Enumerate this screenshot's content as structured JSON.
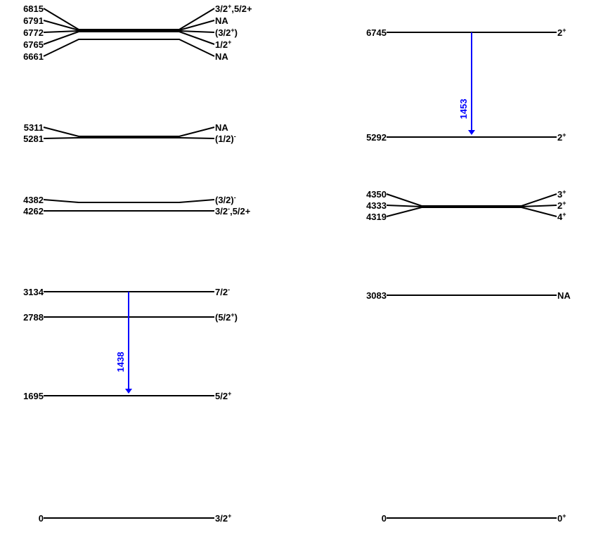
{
  "schemes": [
    {
      "id": "left",
      "levels": [
        {
          "energy": "6815",
          "spin": "3/2",
          "sup": "+",
          "tail": ",5/2+"
        },
        {
          "energy": "6791",
          "spin": "NA",
          "sup": "",
          "tail": ""
        },
        {
          "energy": "6772",
          "spin": "(3/2",
          "sup": "+",
          "tail": ")"
        },
        {
          "energy": "6765",
          "spin": "1/2",
          "sup": "+",
          "tail": ""
        },
        {
          "energy": "6661",
          "spin": "NA",
          "sup": "",
          "tail": ""
        },
        {
          "energy": "5311",
          "spin": "NA",
          "sup": "",
          "tail": ""
        },
        {
          "energy": "5281",
          "spin": "(1/2)",
          "sup": "-",
          "tail": ""
        },
        {
          "energy": "4382",
          "spin": "(3/2)",
          "sup": "-",
          "tail": ""
        },
        {
          "energy": "4262",
          "spin": "3/2",
          "sup": "-",
          "tail": ",5/2+"
        },
        {
          "energy": "3134",
          "spin": "7/2",
          "sup": "-",
          "tail": ""
        },
        {
          "energy": "2788",
          "spin": "(5/2",
          "sup": "+",
          "tail": ")"
        },
        {
          "energy": "1695",
          "spin": "5/2",
          "sup": "+",
          "tail": ""
        },
        {
          "energy": "0",
          "spin": "3/2",
          "sup": "+",
          "tail": ""
        }
      ],
      "gammas": [
        {
          "energy": "1438",
          "from": "3134",
          "to": "1695"
        }
      ]
    },
    {
      "id": "right",
      "levels": [
        {
          "energy": "6745",
          "spin": "2",
          "sup": "+",
          "tail": ""
        },
        {
          "energy": "5292",
          "spin": "2",
          "sup": "+",
          "tail": ""
        },
        {
          "energy": "4350",
          "spin": "3",
          "sup": "+",
          "tail": ""
        },
        {
          "energy": "4333",
          "spin": "2",
          "sup": "+",
          "tail": ""
        },
        {
          "energy": "4319",
          "spin": "4",
          "sup": "+",
          "tail": ""
        },
        {
          "energy": "3083",
          "spin": "NA",
          "sup": "",
          "tail": ""
        },
        {
          "energy": "0",
          "spin": "0",
          "sup": "+",
          "tail": ""
        }
      ],
      "gammas": [
        {
          "energy": "1453",
          "from": "6745",
          "to": "5292"
        }
      ]
    }
  ],
  "colors": {
    "level": "#000000",
    "gamma": "#0000ff"
  }
}
